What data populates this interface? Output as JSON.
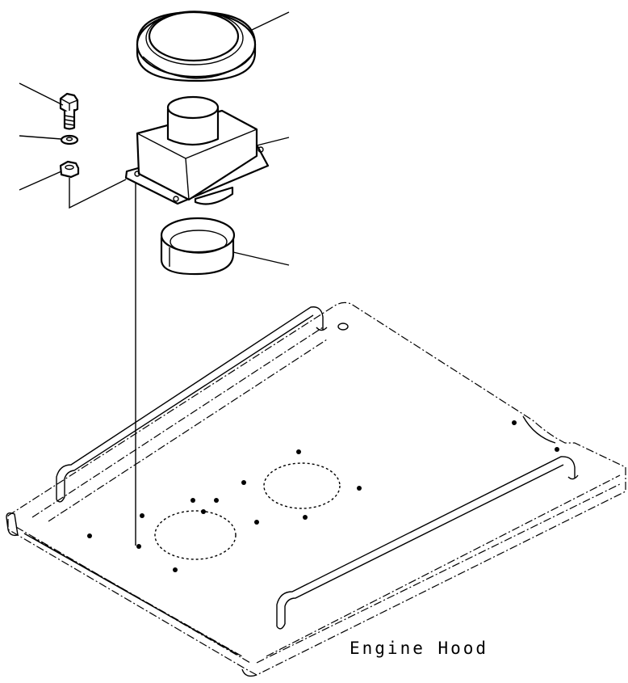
{
  "diagram": {
    "caption": "Engine Hood",
    "parts": [
      {
        "name": "cap",
        "callout": ""
      },
      {
        "name": "bolt",
        "callout": ""
      },
      {
        "name": "washer",
        "callout": ""
      },
      {
        "name": "nut",
        "callout": ""
      },
      {
        "name": "precleaner-box",
        "callout": ""
      },
      {
        "name": "adapter-ring",
        "callout": ""
      },
      {
        "name": "engine-hood",
        "callout": ""
      }
    ],
    "colors": {
      "ink": "#000000",
      "paper": "#ffffff"
    }
  }
}
